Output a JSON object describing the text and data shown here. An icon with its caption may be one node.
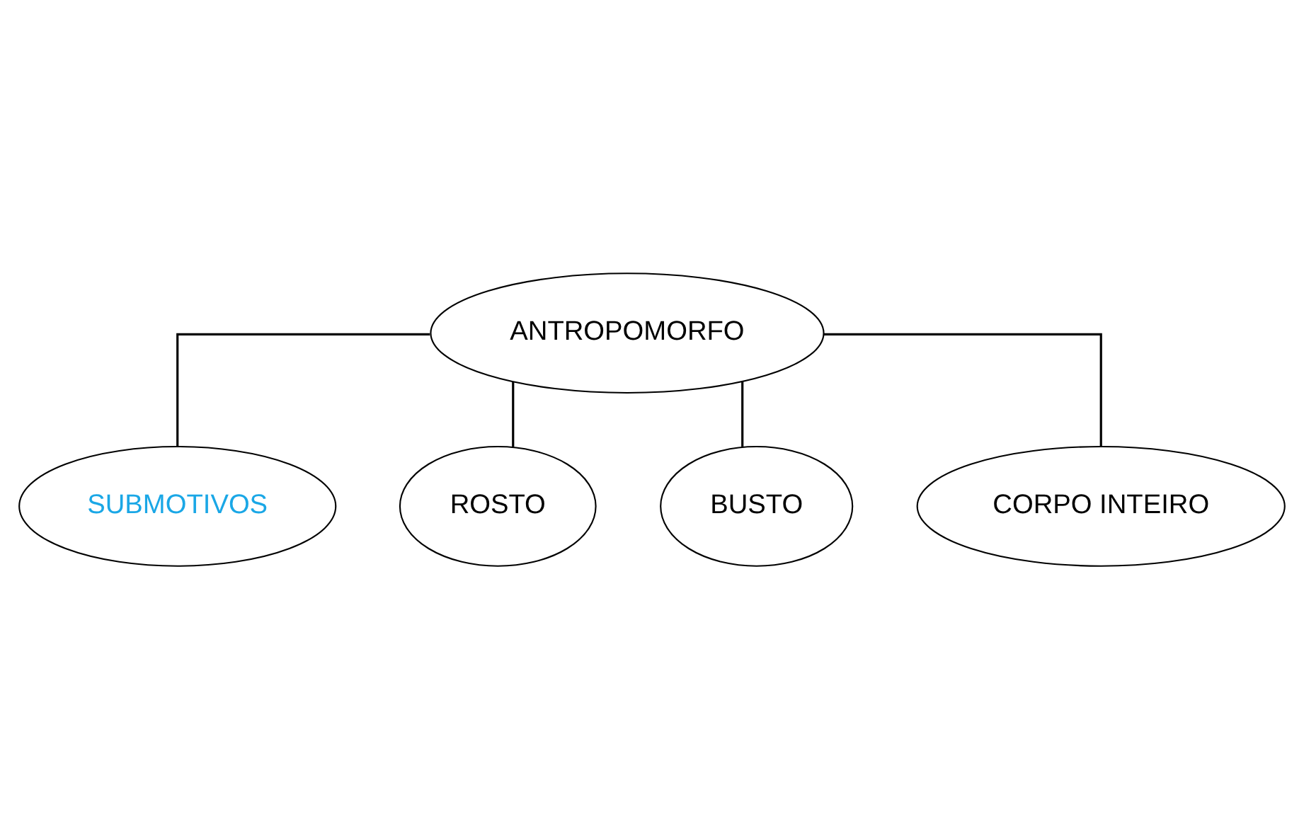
{
  "diagram": {
    "nodes": [
      {
        "text": [
          "ANTROPOMORFO"
        ]
      },
      {
        "text": [
          "SUBMOTIVOS"
        ]
      },
      {
        "text": [
          "ROSTO"
        ]
      },
      {
        "text": [
          "BUSTO"
        ]
      },
      {
        "text": [
          "CORPO INTEIRO"
        ]
      }
    ],
    "edges": [
      {
        "from": 0,
        "to": 1,
        "arrow": "none"
      },
      {
        "from": 0,
        "to": 2,
        "arrow": "none"
      },
      {
        "from": 0,
        "to": 3,
        "arrow": "none"
      },
      {
        "from": 0,
        "to": 4,
        "arrow": "none"
      }
    ]
  }
}
